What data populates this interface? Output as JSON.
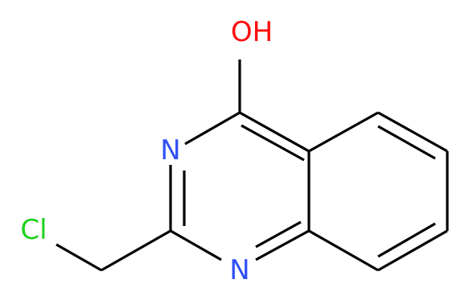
{
  "molecule": {
    "atoms": [
      {
        "id": "O",
        "label": "OH",
        "color": "#ff0d0d"
      },
      {
        "id": "N3",
        "label": "N",
        "color": "#3050f8"
      },
      {
        "id": "N1",
        "label": "N",
        "color": "#3050f8"
      },
      {
        "id": "Cl",
        "label": "Cl",
        "color": "#1fd01f"
      }
    ],
    "bond_color": "#000000"
  }
}
